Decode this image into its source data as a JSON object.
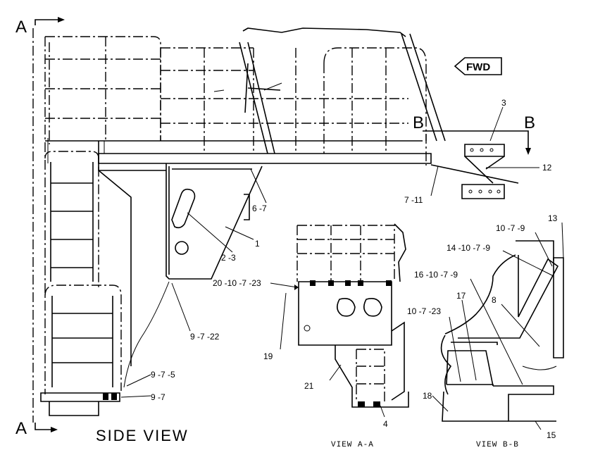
{
  "section_markers": {
    "a_top": "A",
    "a_bottom": "A",
    "b_left": "B",
    "b_right": "B"
  },
  "direction_label": "FWD",
  "view_titles": {
    "side": "SIDE VIEW",
    "view_a": "VIEW A-A",
    "view_b": "VIEW B-B"
  },
  "callouts": [
    "3",
    "12",
    "7 -11",
    "6 -7",
    "1",
    "2 -3",
    "20 -10 -7 -23",
    "19",
    "9 -7 -22",
    "9 -7 -5",
    "9 -7",
    "21",
    "4",
    "10 -7 -23",
    "17",
    "16 -10 -7 -9",
    "14 -10 -7 -9",
    "10 -7 -9",
    "13",
    "8",
    "18",
    "15"
  ]
}
